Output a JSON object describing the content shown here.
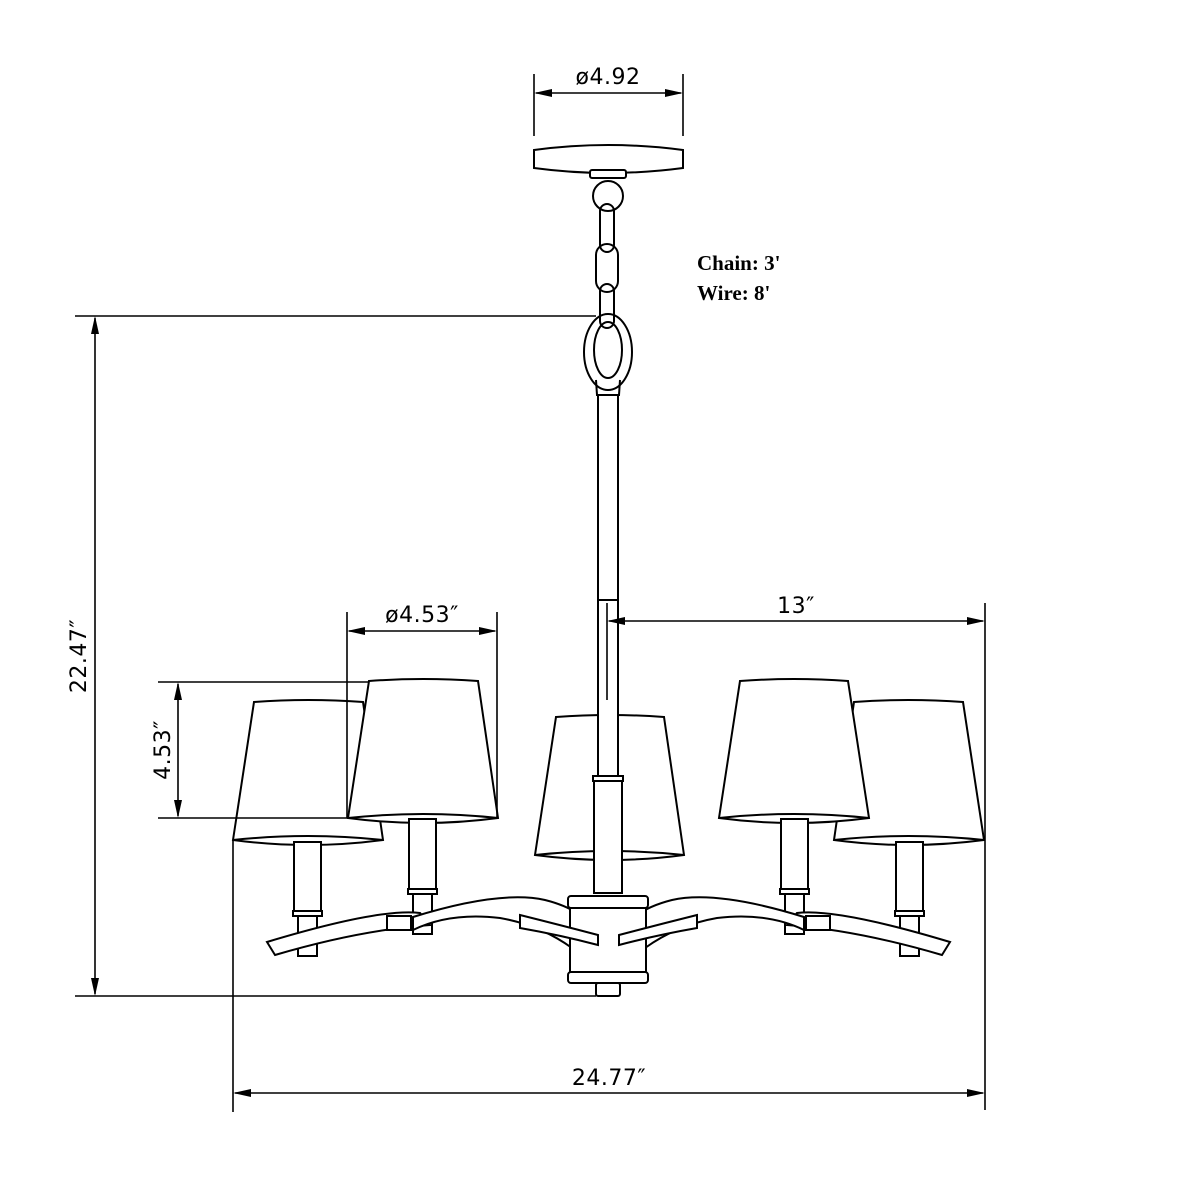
{
  "diagram": {
    "subject": "Five-light chandelier dimension drawing",
    "line_color": "#000000",
    "background": "#ffffff"
  },
  "dimensions": {
    "canopy_diameter": "ø4.92",
    "shade_diameter": "ø4.53″",
    "shade_height": "4.53″",
    "overall_height": "22.47″",
    "arm_reach": "13″",
    "overall_width": "24.77″"
  },
  "notes": {
    "chain": "Chain: 3'",
    "wire": "Wire: 8'"
  },
  "components": {
    "shades": 5,
    "arms": 4,
    "parts": [
      "canopy",
      "chain",
      "loop",
      "downrod",
      "center body",
      "arms",
      "candle sockets",
      "shades",
      "finial"
    ]
  }
}
